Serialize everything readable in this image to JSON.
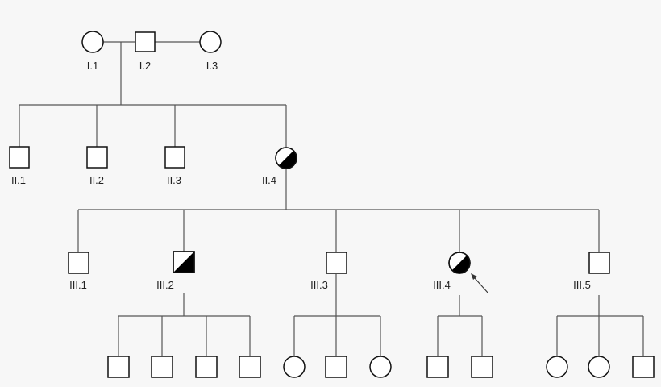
{
  "colors": {
    "line": "#555555",
    "symbol_stroke": "#111111",
    "affected_fill": "#000000",
    "background": "#f7f7f7"
  },
  "generation1": [
    {
      "id": "I.1",
      "sex": "female",
      "affected": "none"
    },
    {
      "id": "I.2",
      "sex": "male",
      "affected": "none"
    },
    {
      "id": "I.3",
      "sex": "female",
      "affected": "none"
    }
  ],
  "generation2": [
    {
      "id": "II.1",
      "sex": "male",
      "affected": "none"
    },
    {
      "id": "II.2",
      "sex": "male",
      "affected": "none"
    },
    {
      "id": "II.3",
      "sex": "male",
      "affected": "none"
    },
    {
      "id": "II.4",
      "sex": "female",
      "affected": "half-filled"
    }
  ],
  "generation3": [
    {
      "id": "III.1",
      "sex": "male",
      "affected": "none"
    },
    {
      "id": "III.2",
      "sex": "male",
      "affected": "half-filled"
    },
    {
      "id": "III.3",
      "sex": "male",
      "affected": "none"
    },
    {
      "id": "III.4",
      "sex": "female",
      "affected": "half-filled",
      "proband": true
    },
    {
      "id": "III.5",
      "sex": "male",
      "affected": "none"
    }
  ],
  "generation4": {
    "children_of_III.2": [
      "male",
      "male",
      "male",
      "male"
    ],
    "children_of_III.3": [
      "female",
      "male",
      "female"
    ],
    "children_of_III.4": [
      "male",
      "male"
    ],
    "children_of_III.5": [
      "female",
      "female",
      "male"
    ]
  }
}
